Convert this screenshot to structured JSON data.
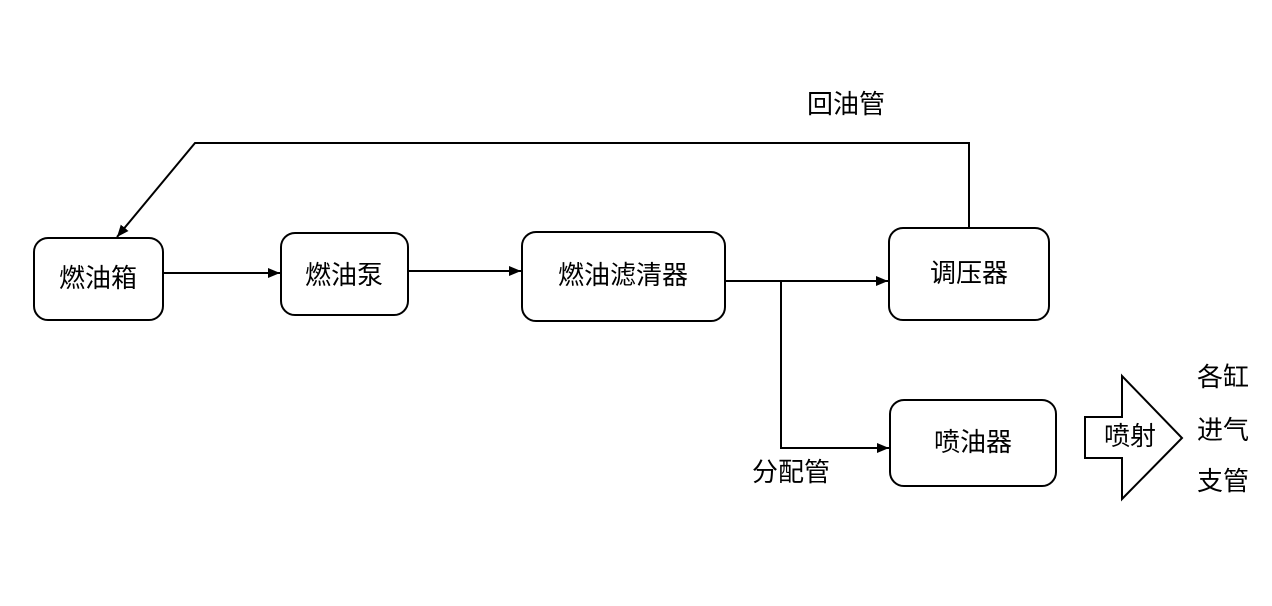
{
  "nodes": {
    "fuel_tank": "燃油箱",
    "fuel_pump": "燃油泵",
    "fuel_filter": "燃油滤清器",
    "pressure_regulator": "调压器",
    "injector": "喷油器"
  },
  "labels": {
    "return_line": "回油管",
    "distribution_pipe": "分配管",
    "spray": "喷射",
    "manifold_line1": "各缸",
    "manifold_line2": "进气",
    "manifold_line3": "支管"
  },
  "colors": {
    "stroke": "#000000",
    "background": "#ffffff"
  }
}
